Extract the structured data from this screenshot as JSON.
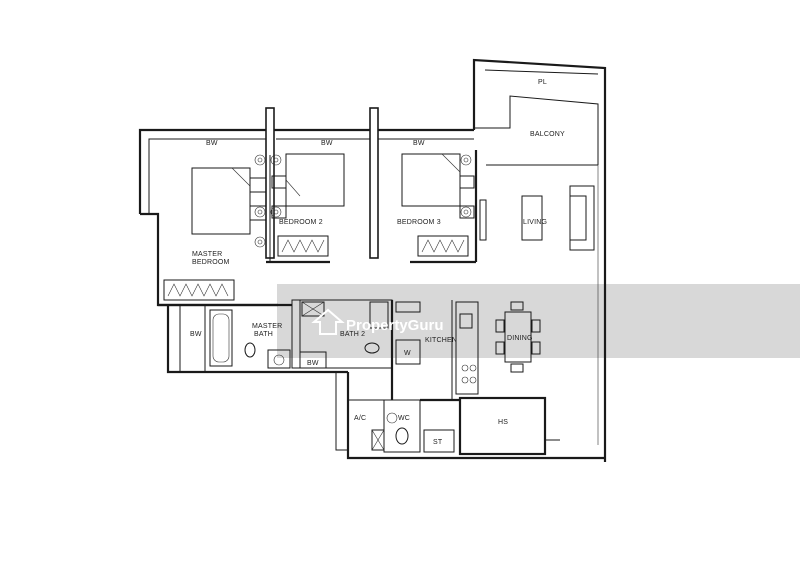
{
  "rooms": {
    "pl": "PL",
    "balcony": "BALCONY",
    "living": "LIVING",
    "dining": "DINING",
    "kitchen": "KITCHEN",
    "hs": "HS",
    "st": "ST",
    "wc": "WC",
    "ac": "A/C",
    "bath2": "BATH 2",
    "bedroom2": "BEDROOM 2",
    "bedroom3": "BEDROOM 3",
    "master_bedroom_line1": "MASTER",
    "master_bedroom_line2": "BEDROOM",
    "master_bath_line1": "MASTER",
    "master_bath_line2": "BATH",
    "bw": "BW",
    "w": "W"
  },
  "watermark": {
    "brand": "PropertyGuru"
  }
}
